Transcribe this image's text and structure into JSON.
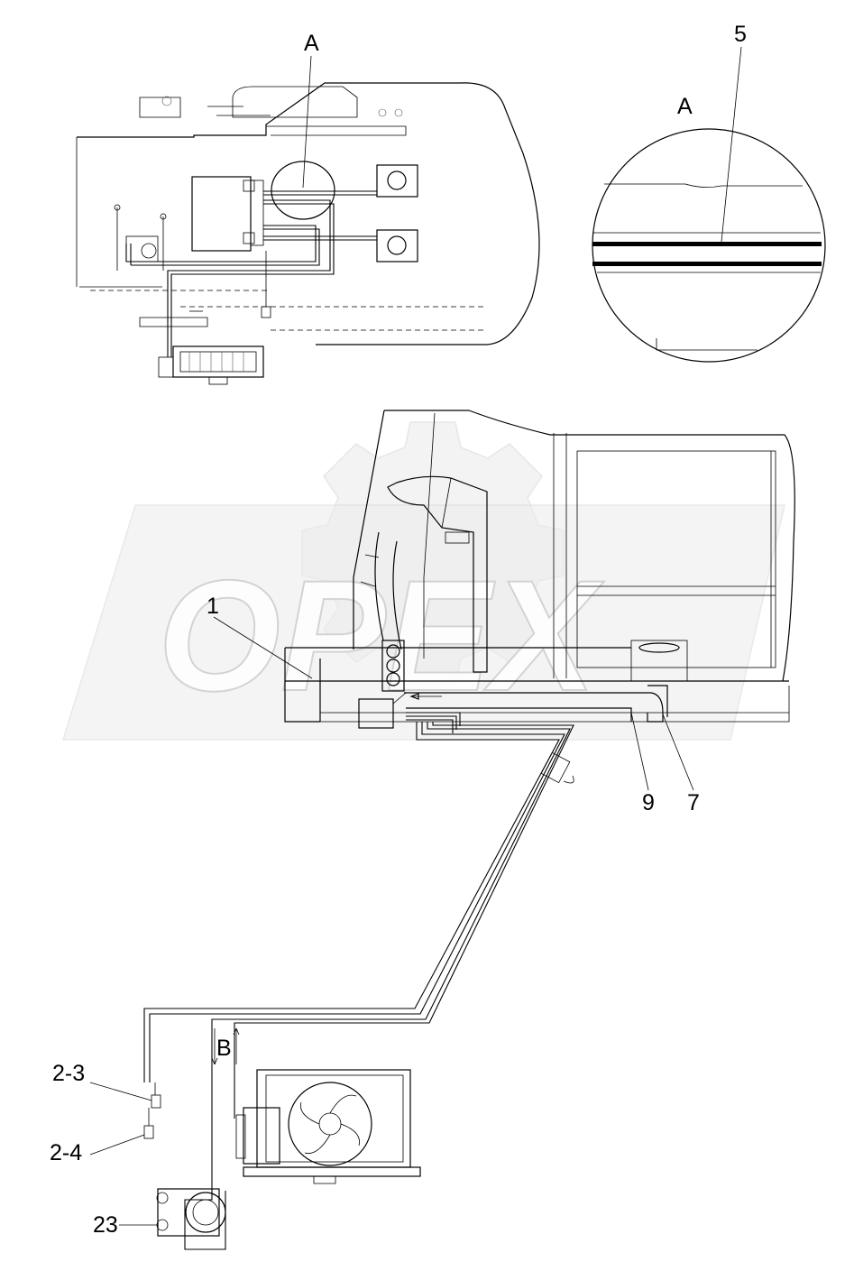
{
  "drawing": {
    "detail_marker": "A",
    "detail_title": "A",
    "view_marker": "B",
    "watermark_text": "OPEX",
    "callouts": {
      "part_5": "5",
      "part_1": "1",
      "part_9": "9",
      "part_7": "7",
      "part_2_3": "2-3",
      "part_2_4": "2-4",
      "part_23": "23"
    }
  }
}
